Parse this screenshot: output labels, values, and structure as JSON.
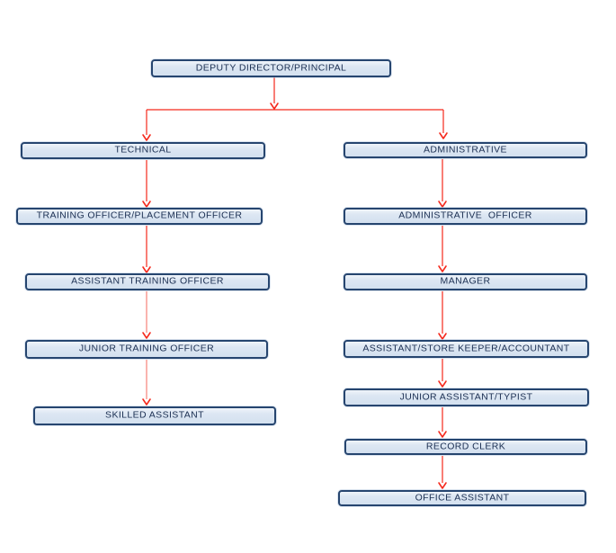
{
  "org_chart": {
    "root": {
      "label": "DEPUTY DIRECTOR/PRINCIPAL"
    },
    "branches": [
      {
        "head": "TECHNICAL",
        "chain": [
          "TRAINING OFFICER/PLACEMENT OFFICER",
          "ASSISTANT TRAINING OFFICER",
          "JUNIOR TRAINING OFFICER",
          "SKILLED ASSISTANT"
        ]
      },
      {
        "head": "ADMINISTRATIVE",
        "chain": [
          "ADMINISTRATIVE  OFFICER",
          "MANAGER",
          "ASSISTANT/STORE KEEPER/ACCOUNTANT",
          "JUNIOR ASSISTANT/TYPIST",
          "RECORD CLERK",
          "OFFICE ASSISTANT"
        ]
      }
    ]
  },
  "colors": {
    "box_fill_top": "#eff4fa",
    "box_fill_bottom": "#d3e0ef",
    "box_border": "#26456f",
    "label_text": "#1b2f52",
    "connector": "#f5291c"
  }
}
